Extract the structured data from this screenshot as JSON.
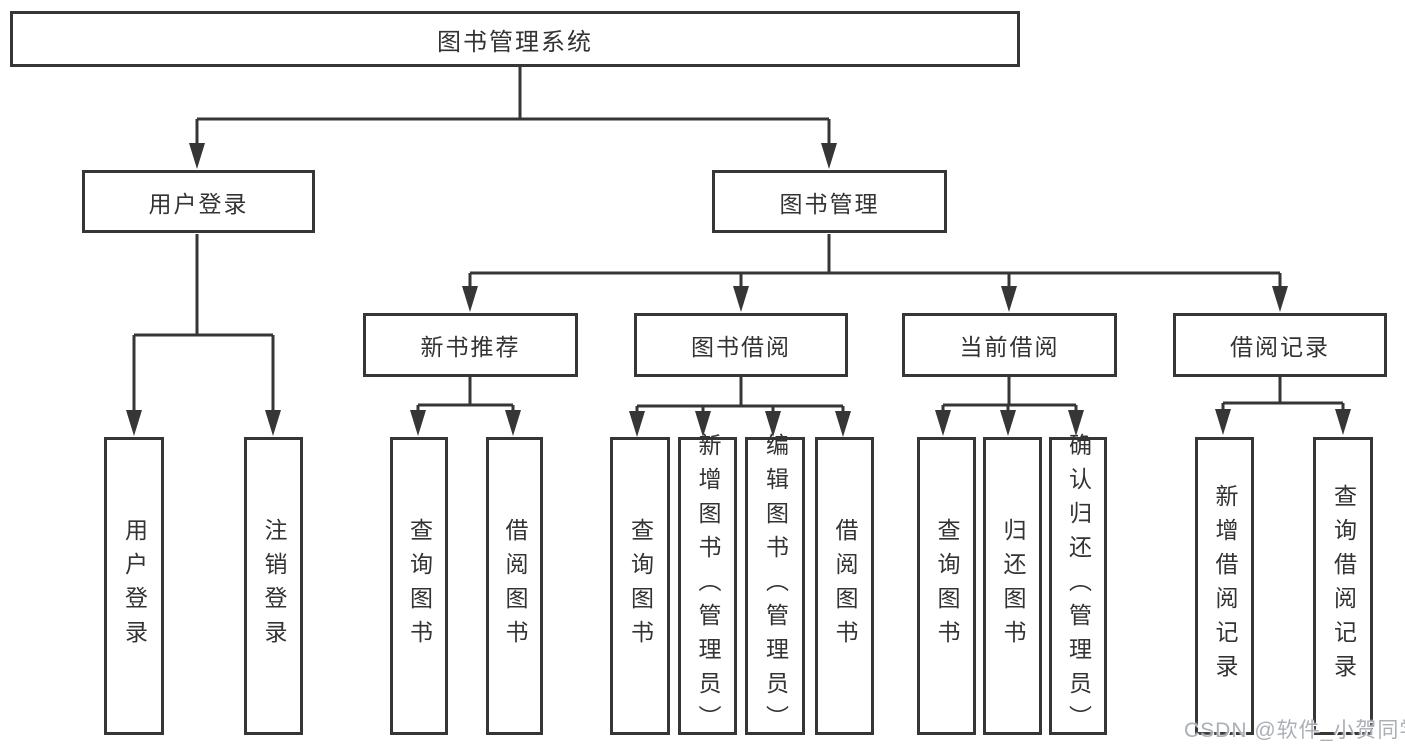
{
  "page": {
    "watermark": "CSDN @软件_小贺同学"
  },
  "colors": {
    "line": "#363636",
    "box_border": "#363636",
    "text": "#333333",
    "watermark": "#aab0b6",
    "background": "#ffffff"
  },
  "tree": {
    "label": "图书管理系统",
    "children": [
      {
        "label": "用户登录",
        "children": [
          {
            "label": "用户登录"
          },
          {
            "label": "注销登录"
          }
        ]
      },
      {
        "label": "图书管理",
        "children": [
          {
            "label": "新书推荐",
            "children": [
              {
                "label": "查询图书"
              },
              {
                "label": "借阅图书"
              }
            ]
          },
          {
            "label": "图书借阅",
            "children": [
              {
                "label": "查询图书"
              },
              {
                "label": "新增图书（管理员）"
              },
              {
                "label": "编辑图书（管理员）"
              },
              {
                "label": "借阅图书"
              }
            ]
          },
          {
            "label": "当前借阅",
            "children": [
              {
                "label": "查询图书"
              },
              {
                "label": "归还图书"
              },
              {
                "label": "确认归还（管理员）"
              }
            ]
          },
          {
            "label": "借阅记录",
            "children": [
              {
                "label": "新增借阅记录"
              },
              {
                "label": "查询借阅记录"
              }
            ]
          }
        ]
      }
    ]
  }
}
